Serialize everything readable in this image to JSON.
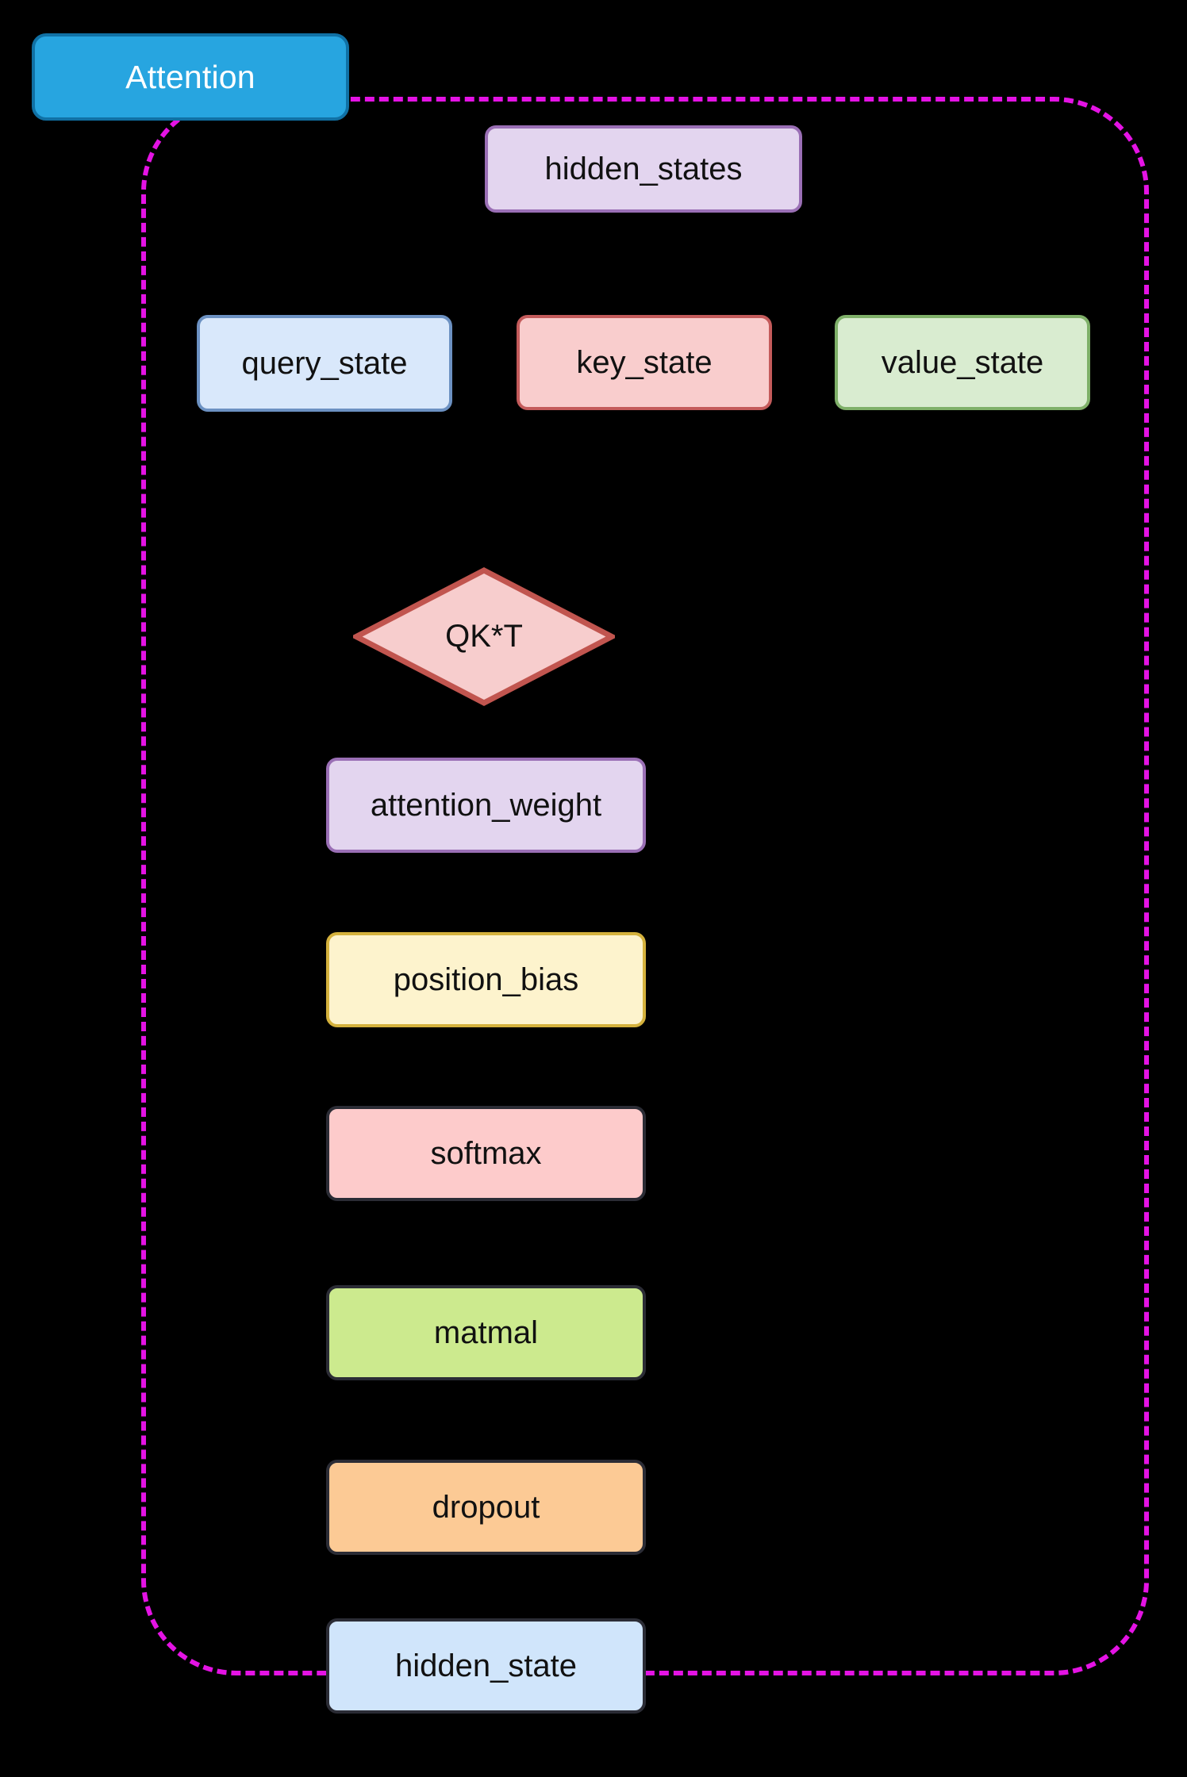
{
  "diagram": {
    "type": "flowchart",
    "background_color": "#000000",
    "subgraph": {
      "title": "Attention",
      "title_fill": "#27a5e0",
      "title_stroke": "#1071a5",
      "title_text_color": "#ffffff",
      "border_color": "#e413e4",
      "border_style": "dashed"
    },
    "nodes": [
      {
        "id": "hidden_states",
        "label": "hidden_states",
        "shape": "rounded-rect",
        "fill": "#e3d5ef",
        "stroke": "#9a6fb5"
      },
      {
        "id": "query_state",
        "label": "query_state",
        "shape": "rounded-rect",
        "fill": "#d9e8fb",
        "stroke": "#6c91c2"
      },
      {
        "id": "key_state",
        "label": "key_state",
        "shape": "rounded-rect",
        "fill": "#f9cdcd",
        "stroke": "#c45b5b"
      },
      {
        "id": "value_state",
        "label": "value_state",
        "shape": "rounded-rect",
        "fill": "#d9ecd0",
        "stroke": "#7fb069"
      },
      {
        "id": "qkt",
        "label": "QK*T",
        "shape": "diamond",
        "fill": "#f7cdcd",
        "stroke": "#c1554f"
      },
      {
        "id": "attention_weight",
        "label": "attention_weight",
        "shape": "rounded-rect",
        "fill": "#e3d5ef",
        "stroke": "#9a6fb5"
      },
      {
        "id": "position_bias",
        "label": "position_bias",
        "shape": "rounded-rect",
        "fill": "#fdf3cd",
        "stroke": "#d4b13c"
      },
      {
        "id": "softmax",
        "label": "softmax",
        "shape": "rounded-rect",
        "fill": "#fdcbcb",
        "stroke": "#2b2c35"
      },
      {
        "id": "matmal",
        "label": "matmal",
        "shape": "rounded-rect",
        "fill": "#ccea8e",
        "stroke": "#2b2c35"
      },
      {
        "id": "dropout",
        "label": "dropout",
        "shape": "rounded-rect",
        "fill": "#fcca95",
        "stroke": "#2b2c35"
      },
      {
        "id": "hidden_state",
        "label": "hidden_state",
        "shape": "rounded-rect",
        "fill": "#d0e5fb",
        "stroke": "#2b2c35"
      }
    ]
  }
}
